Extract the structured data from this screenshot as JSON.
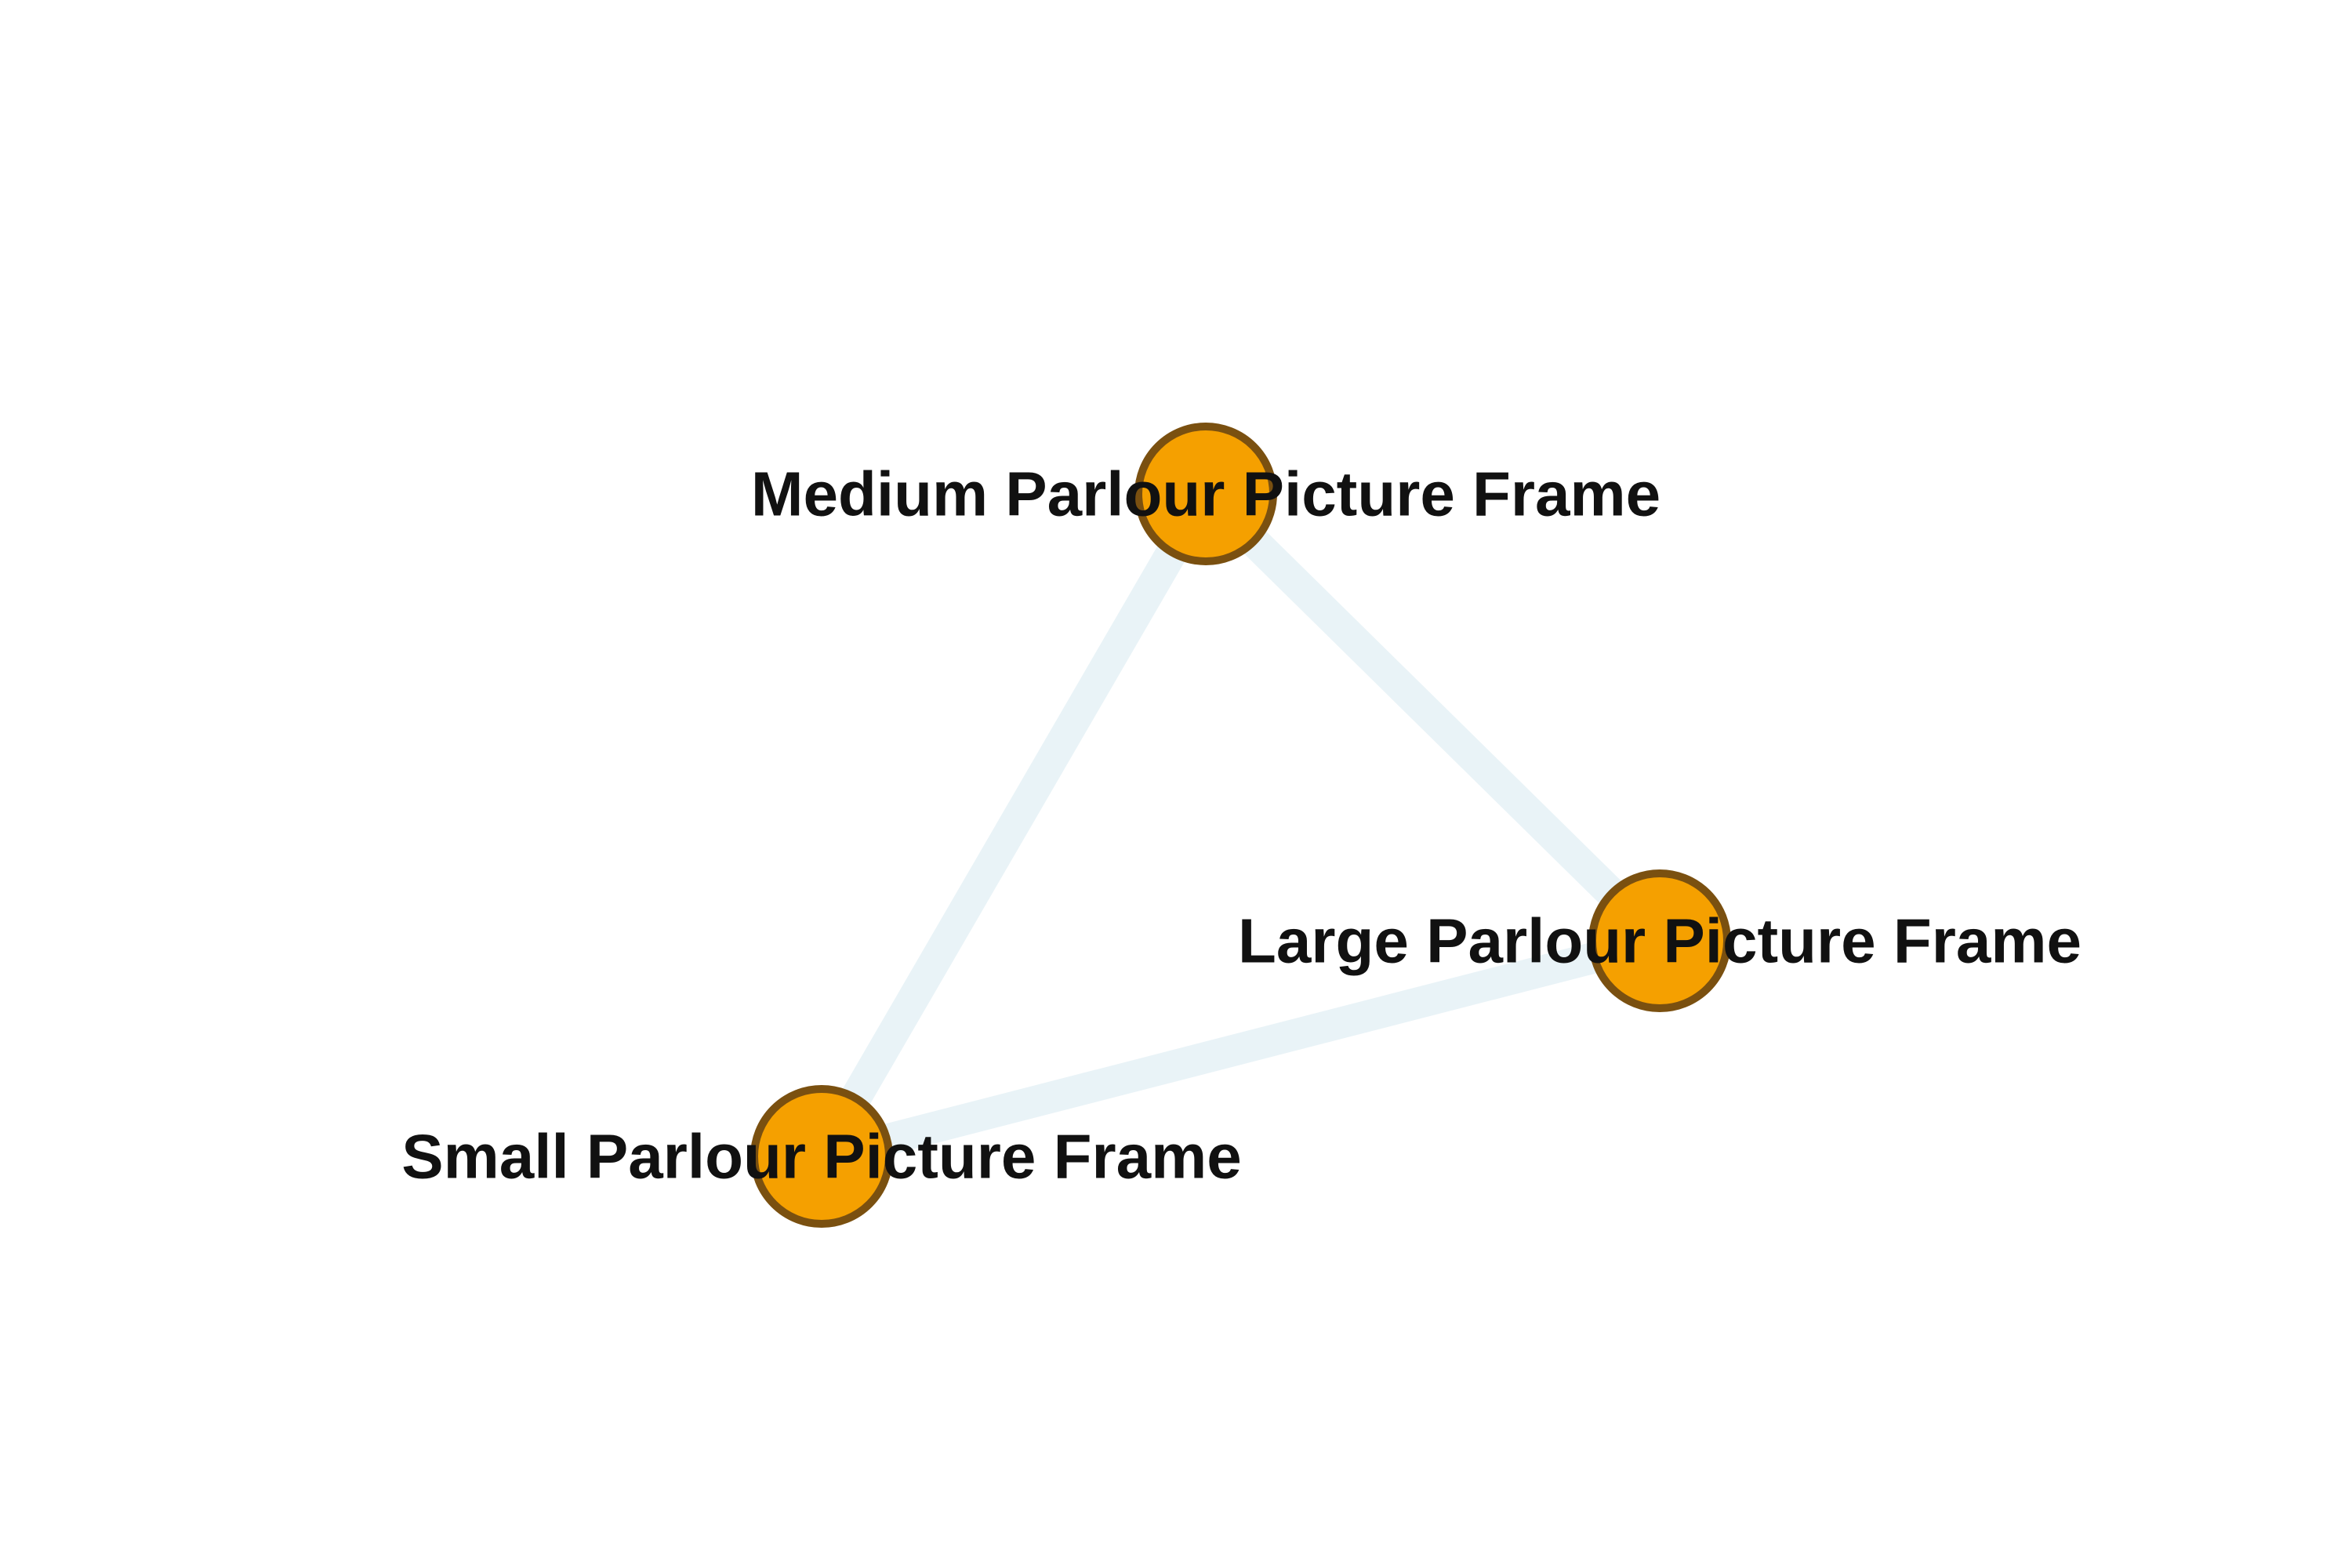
{
  "graph": {
    "colors": {
      "node_fill": "#f5a000",
      "node_stroke": "#7a5010",
      "edge": "#e9f3f7",
      "label": "#111111",
      "background": "#ffffff"
    },
    "nodes": [
      {
        "id": "medium",
        "label": "Medium Parlour Picture Frame"
      },
      {
        "id": "large",
        "label": "Large Parlour Picture Frame"
      },
      {
        "id": "small",
        "label": "Small Parlour Picture Frame"
      }
    ],
    "edges": [
      {
        "source": "medium",
        "target": "large"
      },
      {
        "source": "medium",
        "target": "small"
      },
      {
        "source": "small",
        "target": "large"
      }
    ]
  }
}
